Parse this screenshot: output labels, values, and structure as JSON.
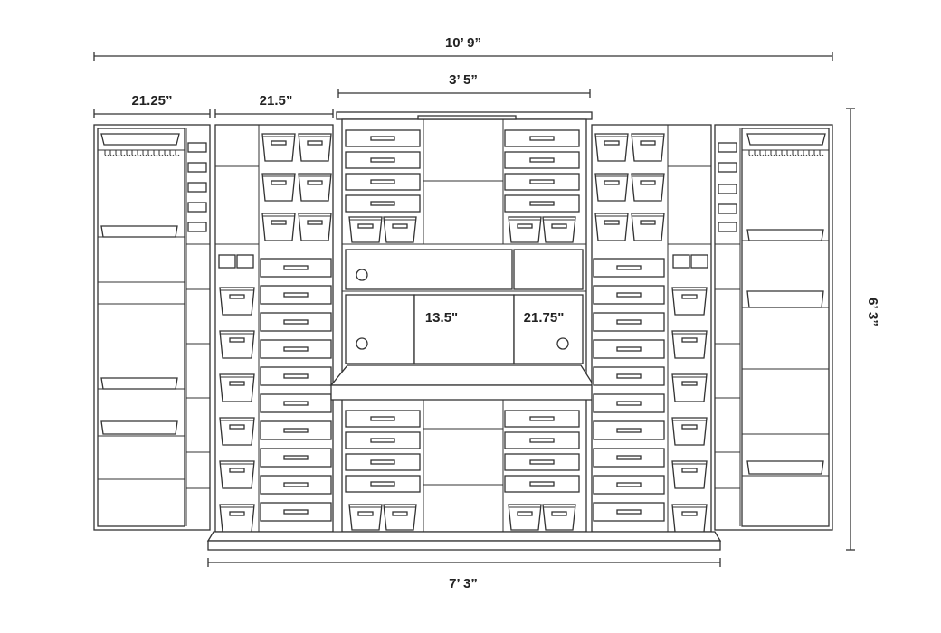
{
  "dimensions": {
    "total_width": "10’ 9”",
    "left_door_width": "21.25”",
    "left_cabinet_width": "21.5”",
    "center_width": "3’ 5”",
    "base_width": "7’ 3”",
    "height": "6’ 3”",
    "desk_depth": "13.5\"",
    "desk_height": "21.75\""
  },
  "colors": {
    "line": "#333333",
    "background": "#ffffff",
    "text": "#222222"
  }
}
